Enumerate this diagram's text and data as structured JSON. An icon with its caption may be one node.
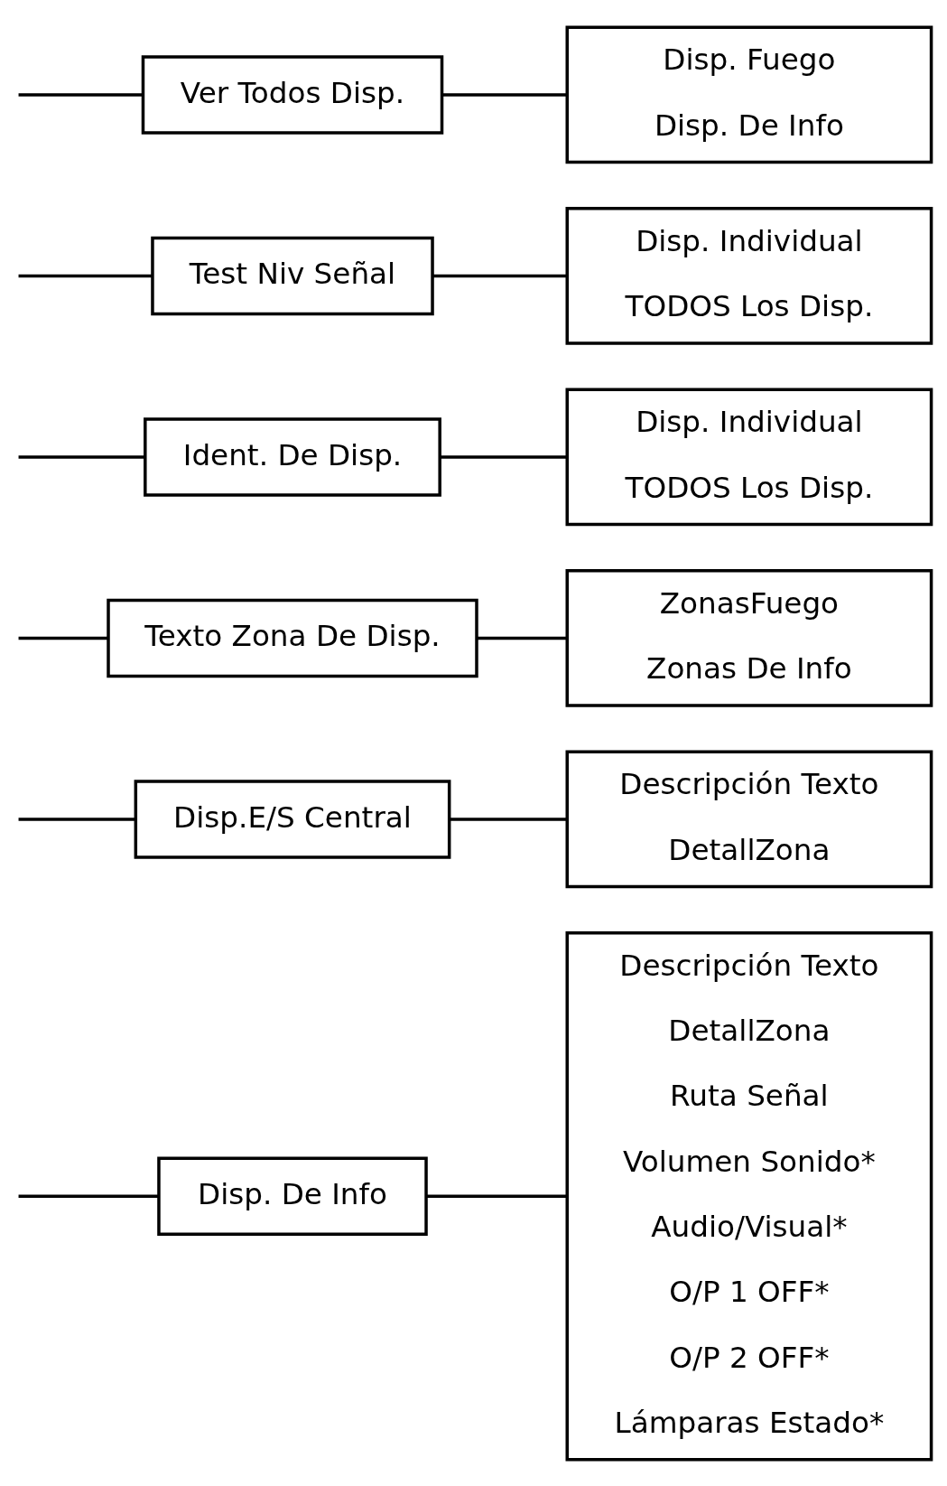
{
  "diagram": {
    "nodes": [
      {
        "text": [
          "Disp. De Info"
        ]
      },
      {
        "text": [
          "Descripción Texto",
          "DetallZona",
          "Ruta Señal",
          "Volumen Sonido*",
          "Audio/Visual*",
          "O/P 1 OFF*",
          "O/P 2 OFF*",
          "Lámparas Estado*"
        ]
      },
      {
        "text": [
          "Disp.E/S Central"
        ]
      },
      {
        "text": [
          "Descripción Texto",
          "DetallZona"
        ]
      },
      {
        "text": [
          "Texto Zona De Disp."
        ]
      },
      {
        "text": [
          "ZonasFuego",
          "Zonas De Info"
        ]
      },
      {
        "text": [
          "Ident. De Disp."
        ]
      },
      {
        "text": [
          "Disp. Individual",
          "TODOS Los Disp."
        ]
      },
      {
        "text": [
          "Test Niv Señal"
        ]
      },
      {
        "text": [
          "Disp. Individual",
          "TODOS Los Disp."
        ]
      },
      {
        "text": [
          "Ver Todos Disp."
        ]
      },
      {
        "text": [
          "Disp. Fuego",
          "Disp. De Info"
        ]
      }
    ],
    "edges": [
      {
        "from": null,
        "to": 0,
        "arrow": "none"
      },
      {
        "from": 0,
        "to": 1,
        "arrow": "none"
      },
      {
        "from": null,
        "to": 2,
        "arrow": "none"
      },
      {
        "from": 2,
        "to": 3,
        "arrow": "none"
      },
      {
        "from": null,
        "to": 4,
        "arrow": "none"
      },
      {
        "from": 4,
        "to": 5,
        "arrow": "none"
      },
      {
        "from": null,
        "to": 6,
        "arrow": "none"
      },
      {
        "from": 6,
        "to": 7,
        "arrow": "none"
      },
      {
        "from": null,
        "to": 8,
        "arrow": "none"
      },
      {
        "from": 8,
        "to": 9,
        "arrow": "none"
      },
      {
        "from": null,
        "to": 10,
        "arrow": "none"
      },
      {
        "from": 10,
        "to": 11,
        "arrow": "none"
      }
    ]
  }
}
